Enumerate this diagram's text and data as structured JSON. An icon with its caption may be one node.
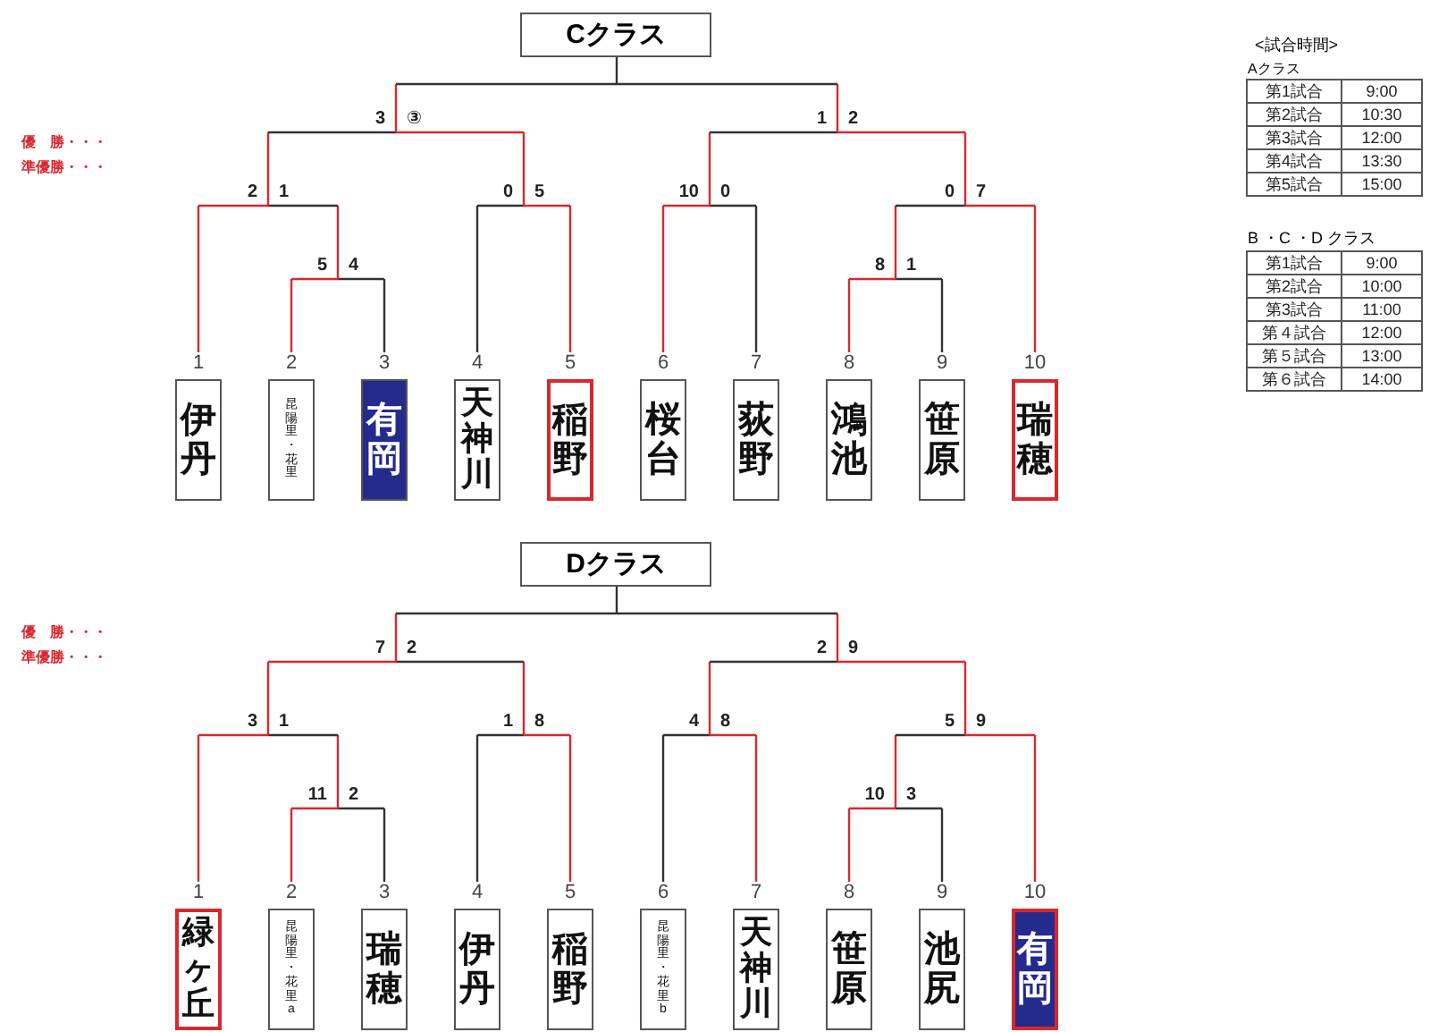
{
  "diagram": {
    "nodes": [
      {
        "text": [
          "Cクラス"
        ]
      },
      {
        "text": [
          "伊丹"
        ],
        "beside": [
          "1"
        ]
      },
      {
        "text": [
          "昆陽里・花里"
        ],
        "beside": [
          "2"
        ]
      },
      {
        "text": [
          "有岡"
        ],
        "beside": [
          "3"
        ]
      },
      {
        "text": [
          "天神川"
        ],
        "beside": [
          "4"
        ]
      },
      {
        "text": [
          "稲野"
        ],
        "beside": [
          "5"
        ]
      },
      {
        "text": [
          "桜台"
        ],
        "beside": [
          "6"
        ]
      },
      {
        "text": [
          "荻野"
        ],
        "beside": [
          "7"
        ]
      },
      {
        "text": [
          "鴻池"
        ],
        "beside": [
          "8"
        ]
      },
      {
        "text": [
          "笹原"
        ],
        "beside": [
          "9"
        ]
      },
      {
        "text": [
          "瑞穂"
        ],
        "beside": [
          "10"
        ]
      },
      {
        "text": [
          "Dクラス"
        ]
      },
      {
        "text": [
          "緑ヶ丘"
        ],
        "beside": [
          "1"
        ]
      },
      {
        "text": [
          "昆陽里・花里a"
        ],
        "beside": [
          "2"
        ]
      },
      {
        "text": [
          "瑞穂"
        ],
        "beside": [
          "3"
        ]
      },
      {
        "text": [
          "伊丹"
        ],
        "beside": [
          "4"
        ]
      },
      {
        "text": [
          "稲野"
        ],
        "beside": [
          "5"
        ]
      },
      {
        "text": [
          "昆陽里・花里b"
        ],
        "beside": [
          "6"
        ]
      },
      {
        "text": [
          "天神川"
        ],
        "beside": [
          "7"
        ]
      },
      {
        "text": [
          "笹原"
        ],
        "beside": [
          "8"
        ]
      },
      {
        "text": [
          "池尻"
        ],
        "beside": [
          "9"
        ]
      },
      {
        "text": [
          "有岡"
        ],
        "beside": [
          "10"
        ]
      }
    ],
    "labels": [
      "<試合時間>",
      "Aクラス",
      "第1試合",
      "9:00",
      "第2試合",
      "10:30",
      "第3試合",
      "12:00",
      "第4試合",
      "13:30",
      "第5試合",
      "15:00",
      "B ・C ・D クラス",
      "第1試合",
      "9:00",
      "第2試合",
      "10:00",
      "第3試合",
      "11:00",
      "第４試合",
      "12:00",
      "第５試合",
      "13:00",
      "第６試合",
      "14:00",
      "優　勝・・・",
      "準優勝・・・",
      "3",
      "③",
      "1",
      "2",
      "2",
      "1",
      "0",
      "5",
      "10",
      "0",
      "0",
      "7",
      "5",
      "4",
      "8",
      "1",
      "優　勝・・・",
      "準優勝・・・",
      "7",
      "2",
      "2",
      "9",
      "3",
      "1",
      "1",
      "8",
      "4",
      "8",
      "5",
      "9",
      "11",
      "2",
      "10",
      "3"
    ]
  }
}
